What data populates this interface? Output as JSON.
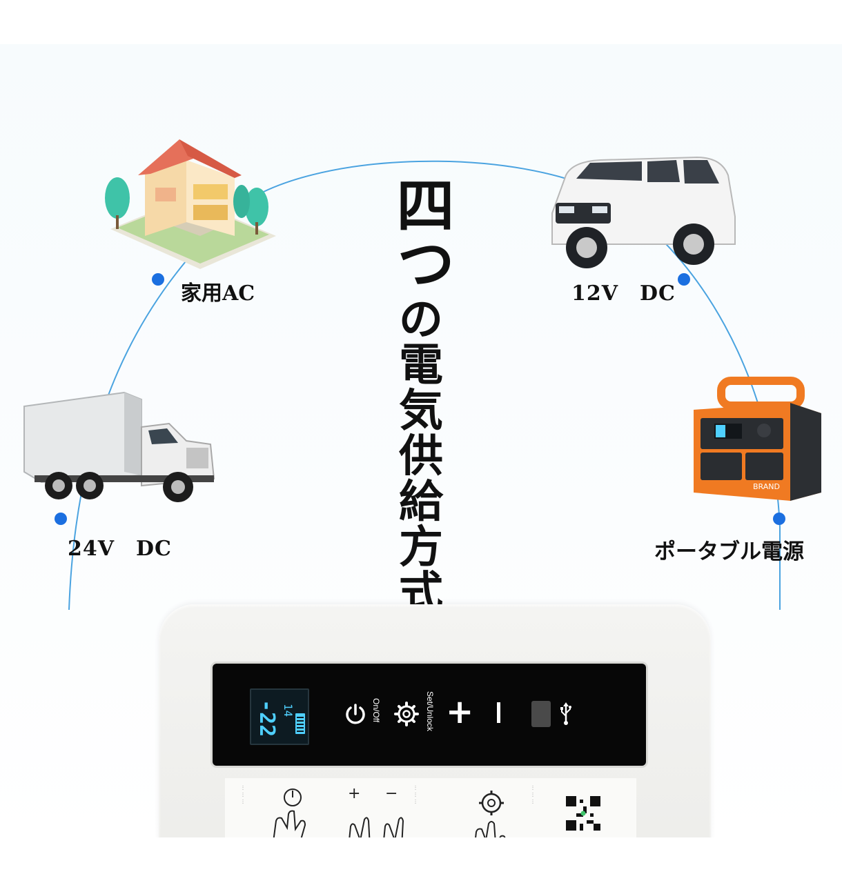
{
  "title": {
    "big": "四つ",
    "rest": [
      "の",
      "電",
      "気",
      "供",
      "給",
      "方",
      "式"
    ]
  },
  "labels": {
    "ac": "家用AC",
    "dc12": "12V　DC",
    "dc24": "24V　DC",
    "portable": "ポータブル電源"
  },
  "device": {
    "lcd_main": "-22",
    "lcd_sub": "14",
    "on_off_label": "On/Off",
    "set_unlock_label": "Set/Unlock",
    "plus": "+",
    "minus": "−",
    "sticker_plus": "+",
    "sticker_minus": "−"
  },
  "illustration": {
    "power_station_brand": "BRAND"
  },
  "colors": {
    "arc": "#4aa3e0",
    "dot": "#1b6fe0",
    "lcd": "#4fd0ff",
    "power_station": "#f07a22",
    "panel": "#070707"
  },
  "icons": [
    "house-icon",
    "suv-icon",
    "truck-icon",
    "power-station-icon",
    "power-icon",
    "gear-icon",
    "usb-icon",
    "qr-code-icon",
    "hand-tap-icon"
  ]
}
